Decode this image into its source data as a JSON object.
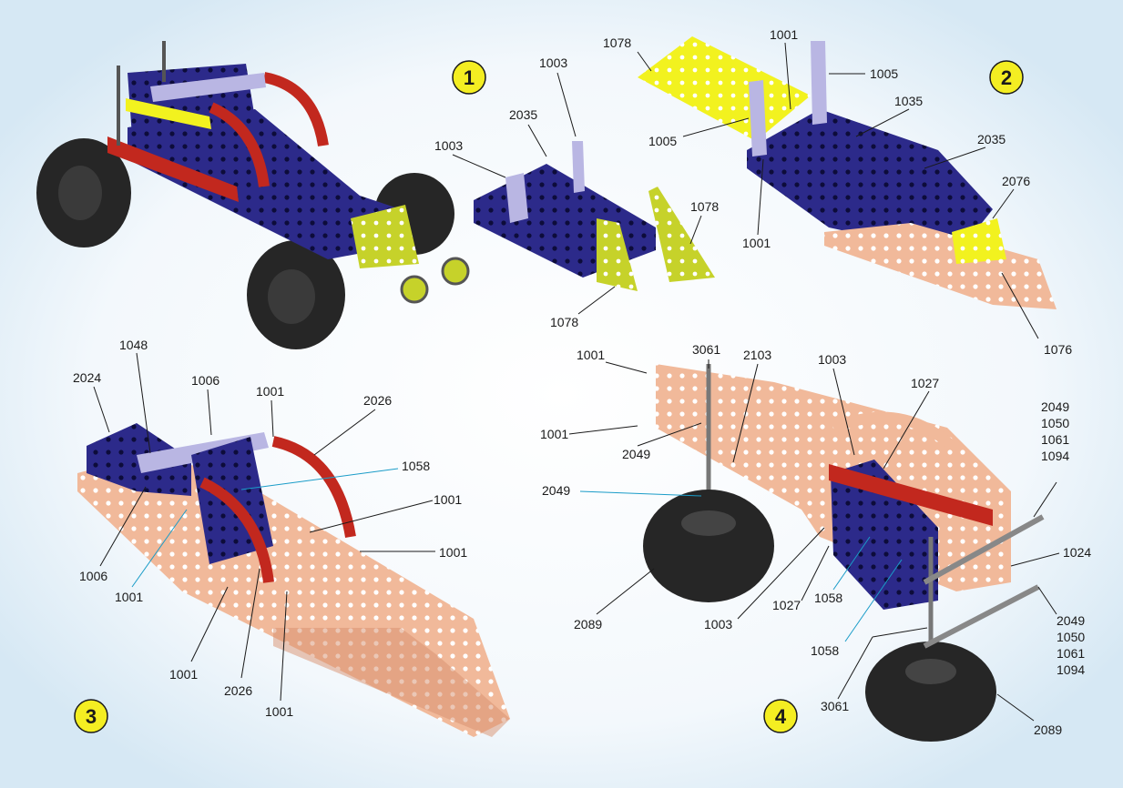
{
  "colors": {
    "navy": "#2c2a8a",
    "navy_dark": "#1c1a60",
    "lavender": "#b9b6e3",
    "red": "#c2281e",
    "yellow": "#f2f21f",
    "lime": "#c6d22a",
    "peach": "#f1b99a",
    "peach_dark": "#d8906e",
    "tire": "#262626",
    "step_badge": "#f4ee22"
  },
  "steps": [
    "1",
    "2",
    "3",
    "4"
  ],
  "labels": [
    "1003",
    "2035",
    "1003",
    "1078",
    "1078",
    "1078",
    "1001",
    "1005",
    "1005",
    "1035",
    "2035",
    "2076",
    "1001",
    "1076",
    "2024",
    "1048",
    "1006",
    "1001",
    "2026",
    "1058",
    "1001",
    "1001",
    "1006",
    "1001",
    "1001",
    "2026",
    "1001",
    "1001",
    "3061",
    "2103",
    "1003",
    "1027",
    "2049",
    "1050",
    "1061",
    "1094",
    "1001",
    "2049",
    "2049",
    "2089",
    "1003",
    "1027",
    "1058",
    "1058",
    "1024",
    "2049",
    "1050",
    "1061",
    "1094",
    "3061",
    "2089"
  ]
}
